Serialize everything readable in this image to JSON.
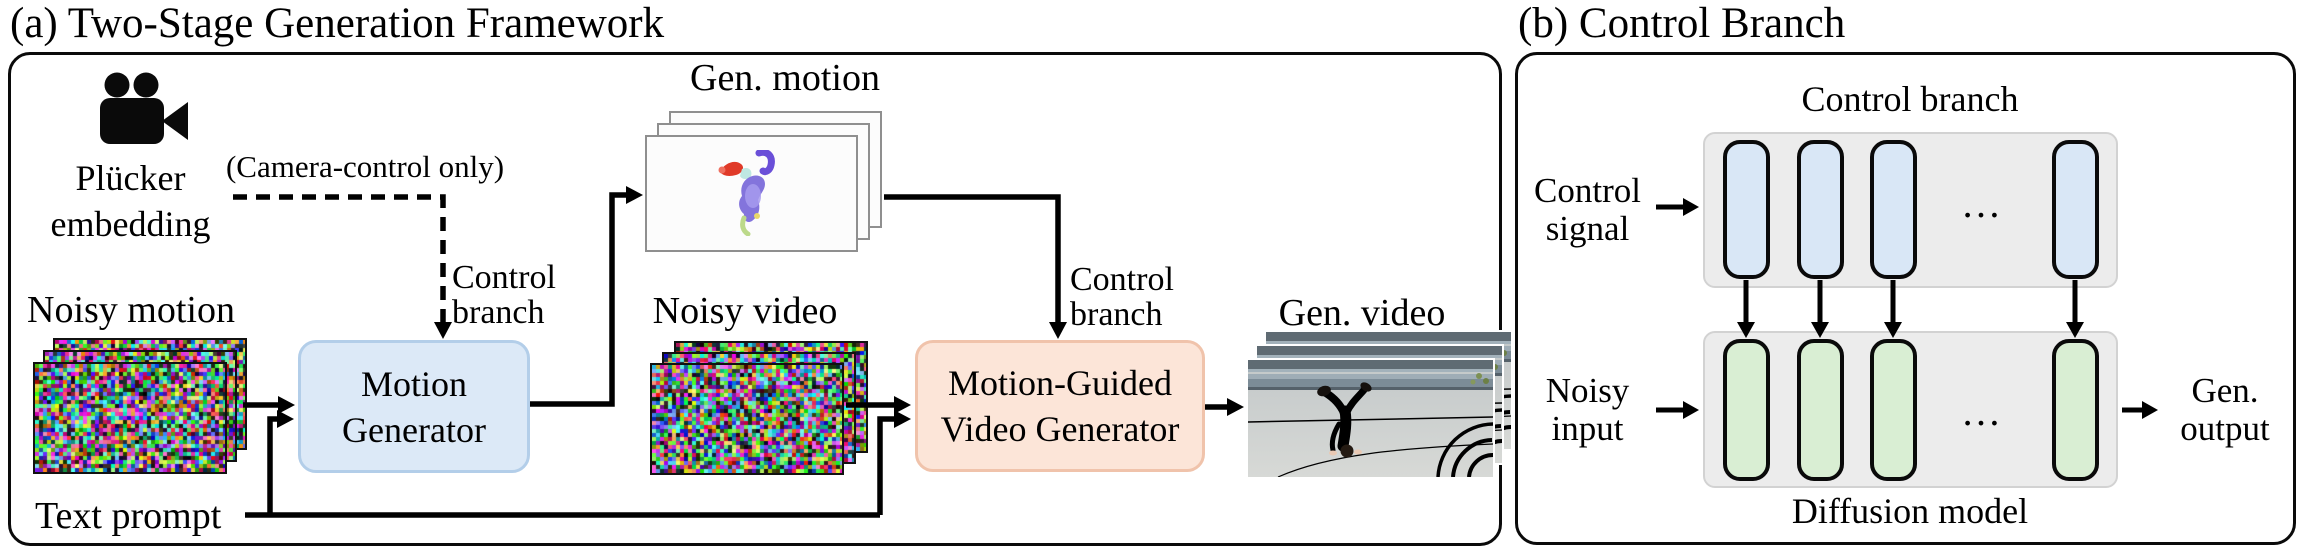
{
  "figure": {
    "panel_a": {
      "title": "(a) Two-Stage Generation Framework",
      "plucker": {
        "line1": "Plücker",
        "line2": "embedding"
      },
      "camera_note": "(Camera-control only)",
      "control_branch_1": {
        "line1": "Control",
        "line2": "branch"
      },
      "noisy_motion": "Noisy motion",
      "motion_generator": {
        "line1": "Motion",
        "line2": "Generator"
      },
      "gen_motion": "Gen. motion",
      "noisy_video": "Noisy video",
      "control_branch_2": {
        "line1": "Control",
        "line2": "branch"
      },
      "video_generator": {
        "line1": "Motion-Guided",
        "line2": "Video Generator"
      },
      "gen_video": "Gen. video",
      "text_prompt": "Text prompt"
    },
    "panel_b": {
      "title": "(b) Control Branch",
      "control_branch_header": "Control branch",
      "control_signal": {
        "line1": "Control",
        "line2": "signal"
      },
      "noisy_input": {
        "line1": "Noisy",
        "line2": "input"
      },
      "gen_output": {
        "line1": "Gen.",
        "line2": "output"
      },
      "diffusion_model": "Diffusion model",
      "ellipsis_top": "…",
      "ellipsis_bottom": "…"
    },
    "icons": {
      "camera": "video-camera-icon",
      "optical_flow": "optical-flow-figure",
      "noise": "gaussian-noise-frames",
      "photo": "handstand-video-frames"
    },
    "colors": {
      "motion_generator_fill": "#dce9f7",
      "motion_generator_border": "#b3cee9",
      "video_generator_fill": "#fce5d8",
      "video_generator_border": "#f0c3ab",
      "control_block_fill": "#d9e7f6",
      "diffusion_block_fill": "#d9eed3",
      "stage_container_fill": "#ececec",
      "wire": "#000000"
    }
  }
}
